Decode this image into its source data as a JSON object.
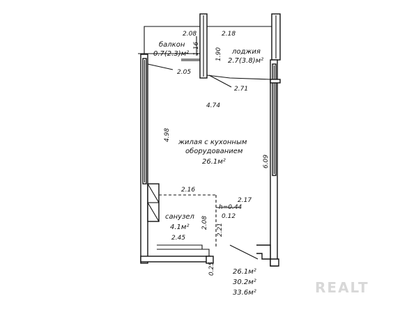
{
  "rooms": {
    "balcony": {
      "name": "балкон",
      "area": "0.7(2.3)м²"
    },
    "loggia": {
      "name": "лоджия",
      "area": "2.7(3.8)м²"
    },
    "living": {
      "name_line1": "жилая с кухонным",
      "name_line2": "оборудованием",
      "area": "26.1м²"
    },
    "bathroom": {
      "name": "санузел",
      "area": "4.1м²"
    }
  },
  "dimensions": {
    "balcony_width": "2.08",
    "loggia_width": "2.18",
    "balcony_depth": "1.16",
    "loggia_depth": "1.90",
    "balcony_diag": "2.05",
    "loggia_diag": "2.71",
    "room_width": "4.74",
    "room_length": "4.98",
    "room_length_right": "6.09",
    "bath_width": "2.16",
    "bath_depth_left": "2.08",
    "bath_depth_right": "2.21",
    "step_width": "2.17",
    "step_height": "h=0.44",
    "step_offset": "0.12",
    "bath_bottom": "2.45",
    "bottom_offset": "0.25"
  },
  "totals": [
    "26.1м²",
    "30.2м²",
    "33.6м²"
  ],
  "watermark": "REALT"
}
